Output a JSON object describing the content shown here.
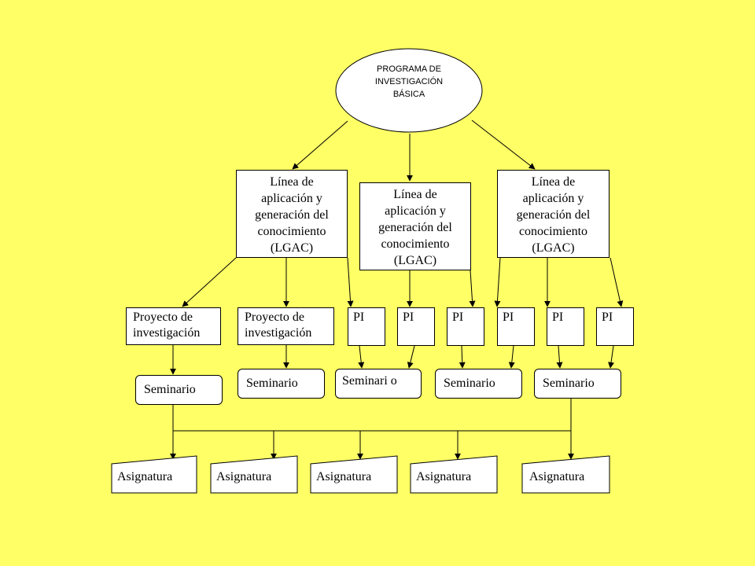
{
  "program": {
    "lines": [
      "PROGRAMA DE",
      "INVESTIGACIÓN",
      "BÁSICA"
    ]
  },
  "lgac": [
    {
      "lines": [
        "Línea de",
        "aplicación y",
        "generación del",
        "conocimiento",
        "(LGAC)"
      ]
    },
    {
      "lines": [
        "Línea de",
        "aplicación y",
        "generación del",
        "conocimiento",
        "(LGAC)"
      ]
    },
    {
      "lines": [
        "Línea de",
        "aplicación y",
        "generación del",
        "conocimiento",
        "(LGAC)"
      ]
    }
  ],
  "proyectos": [
    {
      "lines": [
        "Proyecto de",
        "investigación"
      ]
    },
    {
      "lines": [
        "Proyecto de",
        "investigación"
      ]
    }
  ],
  "pi": [
    "PI",
    "PI",
    "PI",
    "PI",
    "PI",
    "PI"
  ],
  "seminarios": [
    "Seminario",
    "Seminario",
    "Seminari o",
    "Seminario",
    "Seminario"
  ],
  "asignaturas": [
    "Asignatura",
    "Asignatura",
    "Asignatura",
    "Asignatura",
    "Asignatura"
  ],
  "colors": {
    "background": "#FFFF66",
    "box": "#FFFFFF",
    "line": "#000000"
  }
}
